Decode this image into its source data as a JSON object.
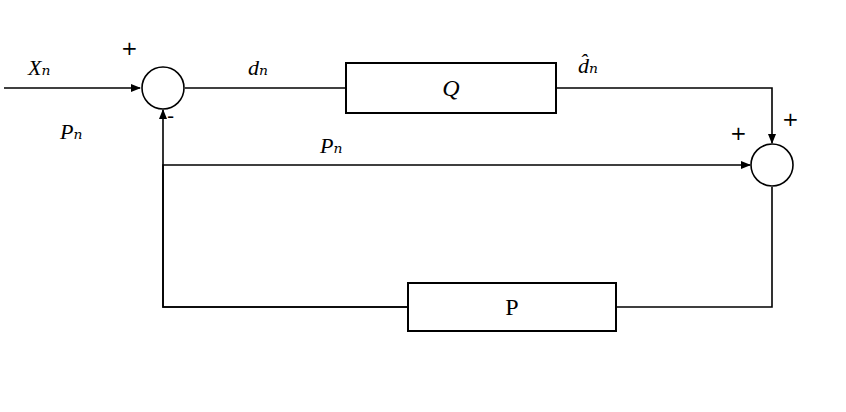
{
  "diagram": {
    "nodes": [
      {
        "text": [
          "+",
          "-"
        ]
      },
      {
        "text": [
          "Q"
        ]
      },
      {
        "text": [
          "+",
          "+"
        ]
      },
      {
        "text": [
          "P"
        ]
      }
    ],
    "edges": [
      {
        "from": 0,
        "to": 1,
        "arrow": "none",
        "label": "dₙ"
      },
      {
        "from": 1,
        "to": 2,
        "arrow": "to",
        "label": "d̂ₙ"
      },
      {
        "from": 2,
        "to": 3,
        "arrow": "none"
      },
      {
        "from": 3,
        "to": 0,
        "arrow": "to",
        "label": "Pₙ"
      },
      {
        "from": 3,
        "to": 2,
        "arrow": "to",
        "label": "Pₙ"
      }
    ],
    "labels": [
      "Xₙ"
    ]
  }
}
